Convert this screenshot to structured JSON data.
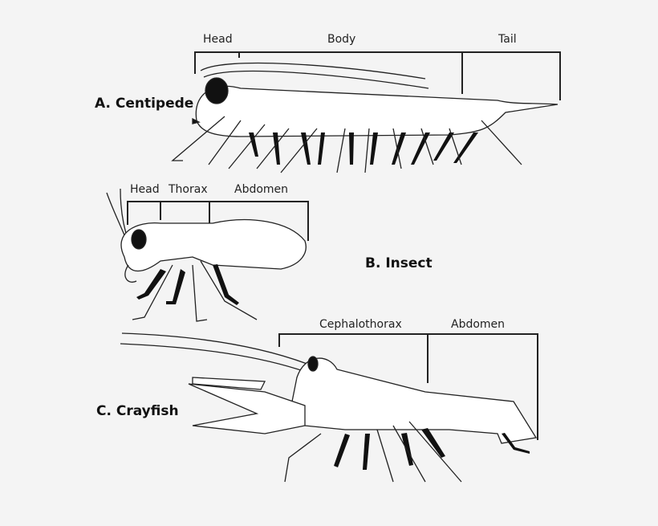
{
  "background": "#f4f4f4",
  "diagrams": [
    {
      "title": "A. Centipede",
      "segments": [
        "Head",
        "Body",
        "Tail"
      ]
    },
    {
      "title": "B. Insect",
      "segments": [
        "Head",
        "Thorax",
        "Abdomen"
      ]
    },
    {
      "title": "C. Crayfish",
      "segments": [
        "Cephalothorax",
        "Abdomen"
      ]
    }
  ]
}
